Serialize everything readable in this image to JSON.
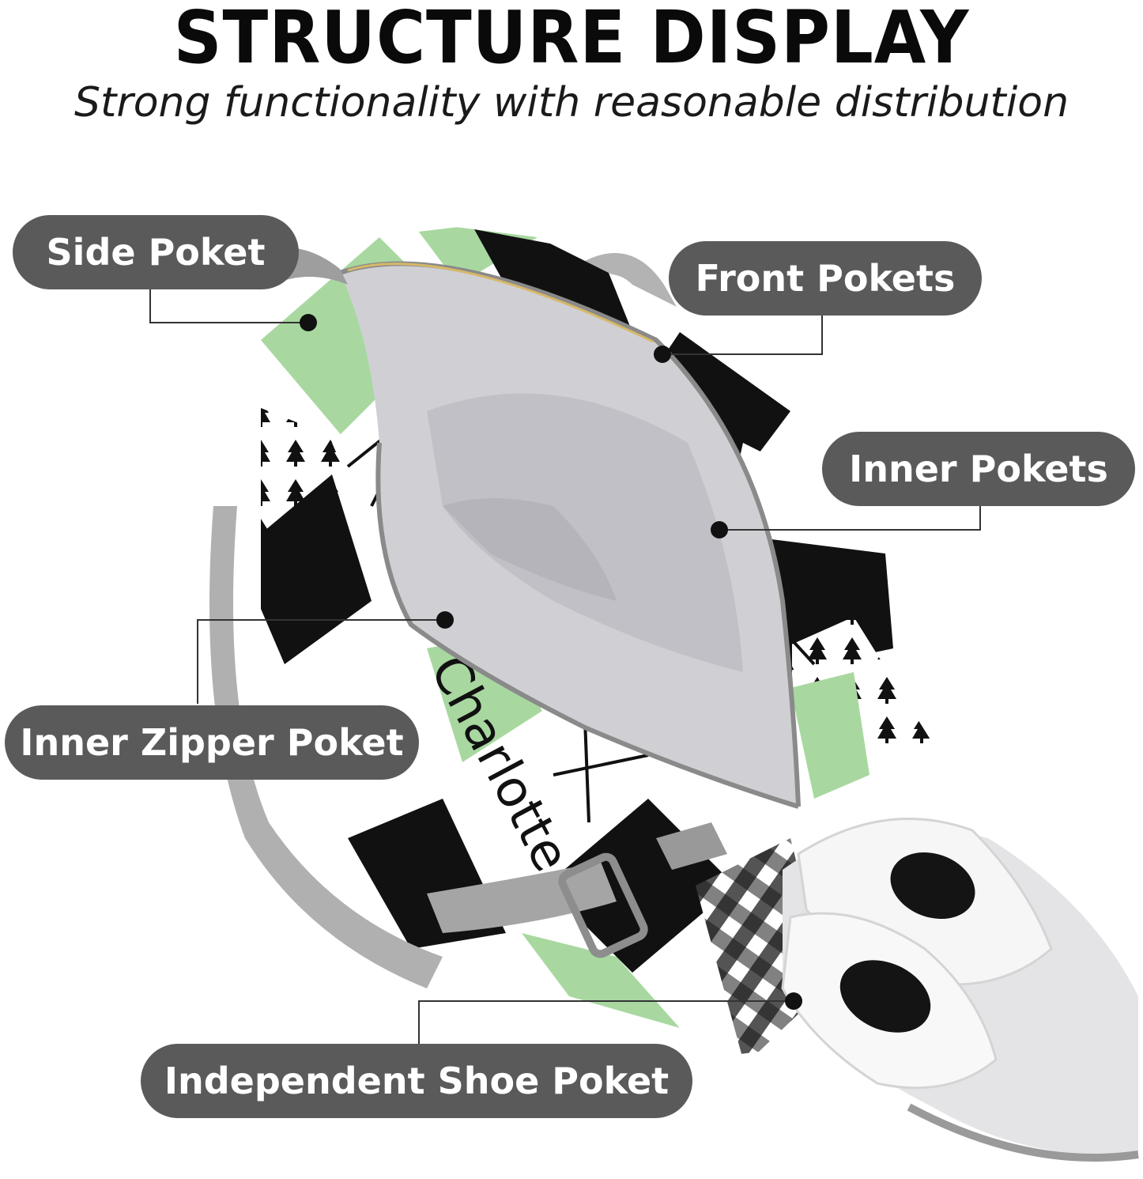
{
  "header": {
    "title": "STRUCTURE DISPLAY",
    "subtitle": "Strong functionality with reasonable distribution"
  },
  "callouts": {
    "side_pocket": "Side Poket",
    "front_pockets": "Front Pokets",
    "inner_pockets": "Inner Pokets",
    "inner_zipper_pocket": "Inner Zipper Poket",
    "shoe_pocket": "Independent Shoe Poket"
  },
  "bag_print": {
    "name_text": "Charlotte"
  },
  "colors": {
    "pill_bg": "#5a5a5a",
    "pill_text": "#ffffff",
    "mint_green": "#a8d8a0",
    "black": "#111111",
    "lining_gray": "#c9c9cc",
    "strap_gray": "#a9a9a9"
  }
}
